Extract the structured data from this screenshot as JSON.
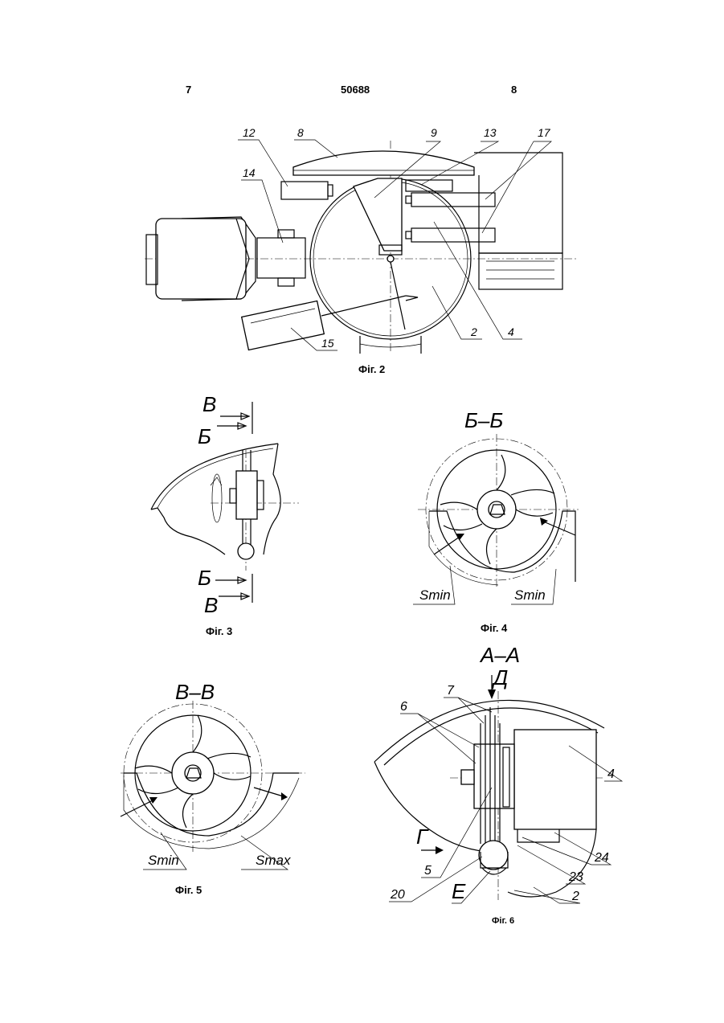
{
  "header": {
    "left_page": "7",
    "patent_number": "50688",
    "right_page": "8"
  },
  "figures": {
    "fig2": {
      "caption": "Фіг. 2",
      "labels": [
        "12",
        "8",
        "9",
        "13",
        "17",
        "14",
        "15",
        "2",
        "4"
      ]
    },
    "fig3": {
      "caption": "Фіг. 3",
      "labels": [
        "В",
        "Б",
        "Б",
        "В"
      ]
    },
    "fig4": {
      "caption": "Фіг. 4",
      "title": "Б–Б",
      "labels": [
        "Smin",
        "Smin"
      ]
    },
    "fig5": {
      "caption": "Фіг. 5",
      "title": "В–В",
      "labels": [
        "Smin",
        "Smax"
      ]
    },
    "fig6": {
      "caption": "Фіг. 6",
      "title": "А–А",
      "labels": [
        "Д",
        "7",
        "6",
        "4",
        "Г",
        "5",
        "24",
        "23",
        "20",
        "Е",
        "2"
      ]
    }
  }
}
